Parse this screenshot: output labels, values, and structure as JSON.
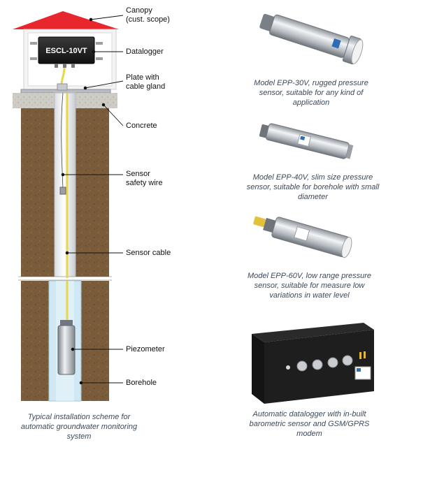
{
  "labels": {
    "canopy": "Canopy",
    "canopy_note": "(cust. scope)",
    "datalogger": "Datalogger",
    "plate": "Plate with",
    "plate_2": "cable gland",
    "concrete": "Concrete",
    "safety_wire": "Sensor",
    "safety_wire_2": "safety wire",
    "sensor_cable": "Sensor cable",
    "piezometer": "Piezometer",
    "borehole": "Borehole"
  },
  "datalogger_box_text": "ESCL-10VT",
  "captions": {
    "scheme": [
      "Typical installation scheme for",
      "automatic groundwater monitoring",
      "system"
    ],
    "epp30": [
      "Model EPP-30V, rugged pressure",
      "sensor, suitable for any kind of",
      "application"
    ],
    "epp40": [
      "Model EPP-40V, slim size pressure",
      "sensor, suitable for borehole with small",
      "diameter"
    ],
    "epp60": [
      "Model EPP-60V, low range pressure",
      "sensor, suitable for measure low",
      "variations in water level"
    ],
    "datalogger": [
      "Automatic datalogger with in-built",
      "barometric sensor and GSM/GPRS",
      "modem"
    ]
  },
  "colors": {
    "canopy_red": "#e8262d",
    "soil_brown": "#7a5b3a",
    "concrete_gray": "#c9c6c0",
    "water_blue": "#cfe8f3",
    "cable_yellow": "#e6d84a"
  }
}
